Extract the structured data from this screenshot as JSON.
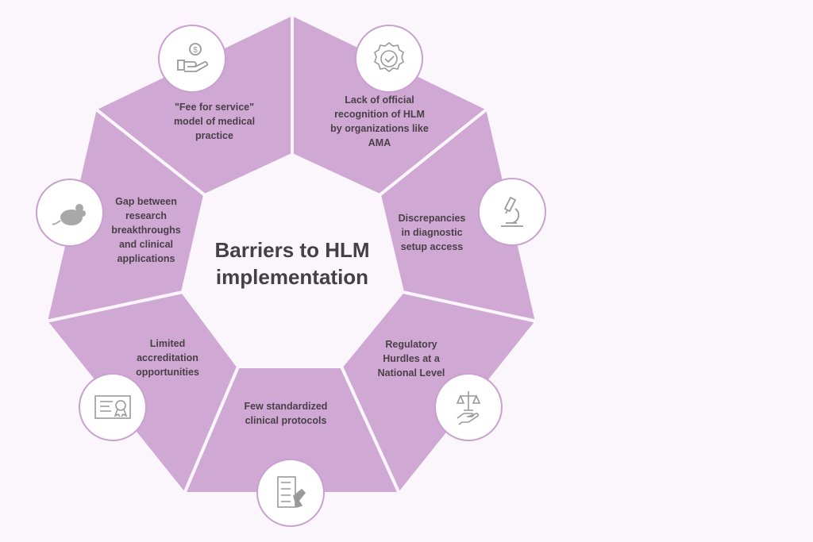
{
  "title": "Barriers to HLM implementation",
  "colors": {
    "segment": "#d0a8d4",
    "divider": "#fbf6fc",
    "text": "#4a4048",
    "icon": "#9a9a9a"
  },
  "segments": [
    {
      "label": "\"Fee for service\" model of medical practice",
      "icon": "hand-coin-icon"
    },
    {
      "label": "Lack of official recognition of HLM by organizations like AMA",
      "icon": "verified-badge-icon"
    },
    {
      "label": "Discrepancies in diagnostic setup access",
      "icon": "microscope-icon"
    },
    {
      "label": "Regulatory Hurdles at a National Level",
      "icon": "scales-hand-icon"
    },
    {
      "label": "Few standardized clinical protocols",
      "icon": "checklist-pen-icon"
    },
    {
      "label": "Limited accreditation opportunities",
      "icon": "certificate-icon"
    },
    {
      "label": "Gap between research breakthroughs and clinical applications",
      "icon": "mouse-icon"
    }
  ]
}
